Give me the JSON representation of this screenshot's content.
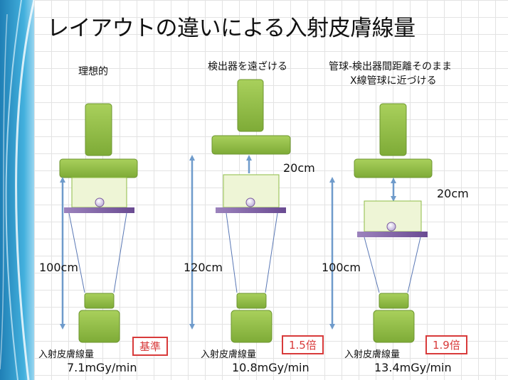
{
  "title": "レイアウトの違いによる入射皮膚線量",
  "columns": [
    {
      "caption": "理想的",
      "distance": "100cm",
      "dose_label": "入射皮膚線量",
      "dose_value": "7.1mGy/min",
      "badge": "基準"
    },
    {
      "caption": "検出器を遠ざける",
      "gap": "20cm",
      "distance": "120cm",
      "dose_label": "入射皮膚線量",
      "dose_value": "10.8mGy/min",
      "badge": "1.5倍"
    },
    {
      "caption_line1": "管球-検出器間距離そのまま",
      "caption_line2": "X線管球に近づける",
      "gap": "20cm",
      "distance": "100cm",
      "dose_label": "入射皮膚線量",
      "dose_value": "13.4mGy/min",
      "badge": "1.9倍"
    }
  ],
  "colors": {
    "green": "#8dbb44",
    "green_dark": "#6d9630",
    "patient_fill": "#eef5d6",
    "table": "#7b5c9e",
    "arrow": "#6f9bcb",
    "badge": "#d83a3a",
    "sidebar": "#2f9bcf"
  }
}
